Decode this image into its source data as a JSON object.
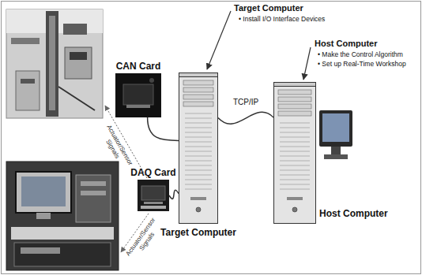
{
  "diagram": {
    "nodes": [
      {
        "text": [
          "CAN Card"
        ]
      },
      {
        "text": [
          "DAQ Card"
        ]
      },
      {
        "text": [
          "Target Computer"
        ]
      },
      {
        "text": [
          "Host Computer"
        ]
      }
    ],
    "edges": [
      {
        "from": 0,
        "to": 2,
        "arrow": "none"
      },
      {
        "from": 1,
        "to": 2,
        "arrow": "none"
      },
      {
        "from": 2,
        "to": 3,
        "label": "TCP/IP",
        "arrow": "none"
      }
    ],
    "labels": [
      "Target Computer",
      "• Install I/O Interface Devices",
      "Host Computer",
      "• Make the Control Algorithm",
      "• Set up Real-Time Workshop",
      "Actuator/Sensor Signals",
      "Actuator/Sensor Signals"
    ]
  }
}
